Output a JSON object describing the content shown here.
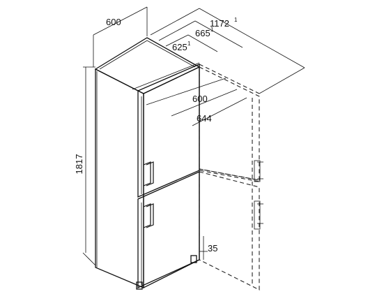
{
  "dimensions": {
    "width": {
      "value": "600"
    },
    "height": {
      "value": "1817"
    },
    "depth_door_open": {
      "value": "1172",
      "note": "1"
    },
    "depth_with_handle": {
      "value": "665",
      "note": "1"
    },
    "depth_body": {
      "value": "625",
      "note": "1"
    },
    "door_clearance": {
      "value": "600"
    },
    "door_swing_depth": {
      "value": "644"
    },
    "wall_gap": {
      "value": "35"
    }
  },
  "colors": {
    "line": "#111111",
    "background": "#ffffff"
  }
}
